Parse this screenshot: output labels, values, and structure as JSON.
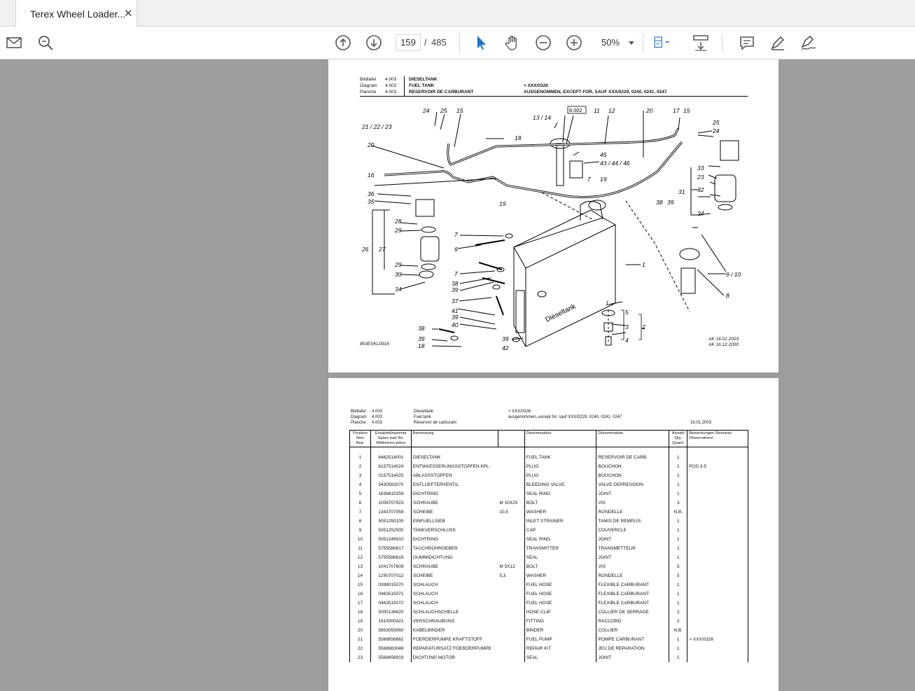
{
  "tab": {
    "title": "Terex Wheel Loader...",
    "close": "✕"
  },
  "toolbar": {
    "page_current": "159",
    "page_sep": "/",
    "page_total": "485",
    "zoom": "50%"
  },
  "page1": {
    "hdr": {
      "l1": "Bildtafel",
      "l2": "Diagram",
      "l3": "Planche",
      "n1": "4.003",
      "n2": "4.003",
      "n3": "4.003",
      "t1": "DIESELTANK",
      "t2": "FUEL TANK",
      "t3": "RESERVOIR DE CARBURANT",
      "r1": "> XXX/0326",
      "r2": "AUSGENOMMEN, EXCEPT FOR, SAUF XXX/0229, 0240, 0241, 0247"
    },
    "labels": {
      "l21": "21 / 22 / 23",
      "l24a": "24",
      "l25a": "25",
      "l15a": "15",
      "l18a": "18",
      "l20a": "20",
      "l16": "16",
      "l36": "36",
      "l35": "35",
      "l19a": "19",
      "l13": "13 / 14",
      "l8002": "8.002",
      "l11": "11",
      "l12": "12",
      "l20b": "20",
      "l17": "17",
      "l15b": "15",
      "l25b": "25",
      "l24b": "24",
      "l45": "45",
      "l43": "43 / 44 / 46",
      "l7a": "7",
      "l19b": "19",
      "l33": "33",
      "l23b": "23",
      "l32": "32",
      "l31": "31",
      "l38a": "38",
      "l39a": "39",
      "l34b": "34",
      "l28": "28",
      "l29a": "29",
      "l26": "26",
      "l27": "27",
      "l29b": "29",
      "l30": "30",
      "l34a": "34",
      "l7b": "7",
      "l6": "6",
      "l7c": "7",
      "l38b": "38",
      "l39b": "39",
      "l37": "37",
      "l41": "41",
      "l39c": "39",
      "l40": "40",
      "l38c": "38",
      "l39d": "39",
      "l18b": "18",
      "l39e": "39",
      "l42": "42",
      "l1a": "1",
      "l1b": "1",
      "l5": "5",
      "l3": "3",
      "l2": "2",
      "l4": "4",
      "l910": "9 / 10",
      "l8": "8",
      "tank_text": "Dieseltank"
    },
    "code": "853ESKL0916",
    "ak1": "AK 16.01.2003",
    "ak2": "AK 16.12.2000"
  },
  "page2": {
    "hdr": {
      "l1": "Bildtafel",
      "l2": "Diagram",
      "l3": "Planche",
      "n1": "4.003",
      "n2": "4.003",
      "n3": "4.003",
      "t1": "Dieseltank",
      "t2": "Fuel tank",
      "t3": "Réservoir de carburant",
      "r1": "> XXX/0326",
      "r2": "ausgenommen, except for, sauf XXX/0229, 0240, 0241, 0247",
      "date": "16.01.2003"
    },
    "columns": {
      "pos": "Position Item Rep.",
      "part": "Ersatzteilnummer Spare part No. Référence pièce",
      "ben": "Benennung",
      "den_en": "Denomination",
      "den_fr": "Dénomination",
      "qty": "Anzahl Qty. Quant.",
      "rem": "Bemerkungen Remarks Observations"
    },
    "rows": [
      {
        "pos": "1",
        "part": "6462514001",
        "ben": "DIESELTANK",
        "dim": "",
        "en": "FUEL TANK",
        "fr": "RESERVOIR DE CARB.",
        "qty": "1",
        "rem": ""
      },
      {
        "pos": "2",
        "part": "6157514024",
        "ben": "ENTWAESSERUNGSSTOPFEN KPL.",
        "dim": "",
        "en": "PLUG",
        "fr": "BOUCHON",
        "qty": "1",
        "rem": "POS.3-5"
      },
      {
        "pos": "3",
        "part": "0157514025",
        "ben": "ABLASSSTOPFEN",
        "dim": "",
        "en": "PLUG",
        "fr": "BOUCHON",
        "qty": "1",
        "rem": ""
      },
      {
        "pos": "4",
        "part": "5430563070",
        "ben": "ENTLUEFTERVENTIL",
        "dim": "",
        "en": "BLEEDING VALVE",
        "fr": "VALVE DEPRESSION",
        "qty": "1",
        "rem": ""
      },
      {
        "pos": "5",
        "part": "1636815359",
        "ben": "DICHTRING",
        "dim": "",
        "en": "SEAL RING",
        "fr": "JOINT",
        "qty": "1",
        "rem": ""
      },
      {
        "pos": "6",
        "part": "1008707923",
        "ben": "SCHRAUBE",
        "dim": "M 10X25",
        "en": "BOLT",
        "fr": "VIS",
        "qty": "3",
        "rem": ""
      },
      {
        "pos": "7",
        "part": "1343707059",
        "ben": "SCHEIBE",
        "dim": "10,5",
        "en": "WASHER",
        "fr": "RONDELLE",
        "qty": "N.B.",
        "rem": ""
      },
      {
        "pos": "8",
        "part": "5051250100",
        "ben": "EINFUELLSIEB",
        "dim": "",
        "en": "INLET STRAINER",
        "fr": "TAMIS DE REMPLIS.",
        "qty": "1",
        "rem": ""
      },
      {
        "pos": "9",
        "part": "5051252500",
        "ben": "TANKVERSCHLUSS",
        "dim": "",
        "en": "CAP",
        "fr": "COUVERCLE",
        "qty": "1",
        "rem": ""
      },
      {
        "pos": "10",
        "part": "5051249910",
        "ben": "DICHTRING",
        "dim": "",
        "en": "SEAL RING",
        "fr": "JOINT",
        "qty": "1",
        "rem": ""
      },
      {
        "pos": "11",
        "part": "5755586617",
        "ben": "TAUCHROHRGEBER",
        "dim": "",
        "en": "TRANSMITTER",
        "fr": "TRANSMETTEUR",
        "qty": "1",
        "rem": ""
      },
      {
        "pos": "12",
        "part": "5755586619",
        "ben": "GUMMIDICHTUNG",
        "dim": "",
        "en": "SEAL",
        "fr": "JOINT",
        "qty": "1",
        "rem": ""
      },
      {
        "pos": "13",
        "part": "1041707609",
        "ben": "SCHRAUBE",
        "dim": "M 5X12",
        "en": "BOLT",
        "fr": "VIS",
        "qty": "5",
        "rem": ""
      },
      {
        "pos": "14",
        "part": "1290707012",
        "ben": "SCHEIBE",
        "dim": "5,3",
        "en": "WASHER",
        "fr": "RONDELLE",
        "qty": "5",
        "rem": ""
      },
      {
        "pos": "15",
        "part": "0398015070",
        "ben": "SCHLAUCH",
        "dim": "",
        "en": "FUEL HOSE",
        "fr": "FLEXIBLE CARBURANT",
        "qty": "1",
        "rem": ""
      },
      {
        "pos": "16",
        "part": "0463515071",
        "ben": "SCHLAUCH",
        "dim": "",
        "en": "FUEL HOSE",
        "fr": "FLEXIBLE CARBURANT",
        "qty": "1",
        "rem": ""
      },
      {
        "pos": "17",
        "part": "0463515072",
        "ben": "SCHLAUCH",
        "dim": "",
        "en": "FUEL HOSE",
        "fr": "FLEXIBLE CARBURANT",
        "qty": "1",
        "rem": ""
      },
      {
        "pos": "18",
        "part": "5000136820",
        "ben": "SCHLAUCHSCHELLE",
        "dim": "",
        "en": "HOSE CLIP",
        "fr": "COLLIER DE SERRAGE",
        "qty": "2",
        "rem": ""
      },
      {
        "pos": "19",
        "part": "1915000421",
        "ben": "VERSCHRAUBUNG",
        "dim": "",
        "en": "FITTING",
        "fr": "RACCORD",
        "qty": "2",
        "rem": ""
      },
      {
        "pos": "20",
        "part": "5653093560",
        "ben": "KABELBINDER",
        "dim": "",
        "en": "BINDER",
        "fr": "COLLIER",
        "qty": "N.B.",
        "rem": ""
      },
      {
        "pos": "21",
        "part": "5568656662",
        "ben": "FOERDERPUMPE KRAFTSTOFF",
        "dim": "",
        "en": "FUEL PUMP",
        "fr": "POMPE CARBURANT",
        "qty": "1",
        "rem": "> XXX/0326"
      },
      {
        "pos": "22",
        "part": "5568663048",
        "ben": "REPARATURSATZ FOERDERPUMPE",
        "dim": "",
        "en": "REPAIR KIT",
        "fr": "JEU DE REPARATION",
        "qty": "1",
        "rem": ""
      },
      {
        "pos": "23",
        "part": "5568656919",
        "ben": "DICHTUNG MOTOR",
        "dim": "",
        "en": "SEAL",
        "fr": "JOINT",
        "qty": "1",
        "rem": ""
      }
    ]
  }
}
